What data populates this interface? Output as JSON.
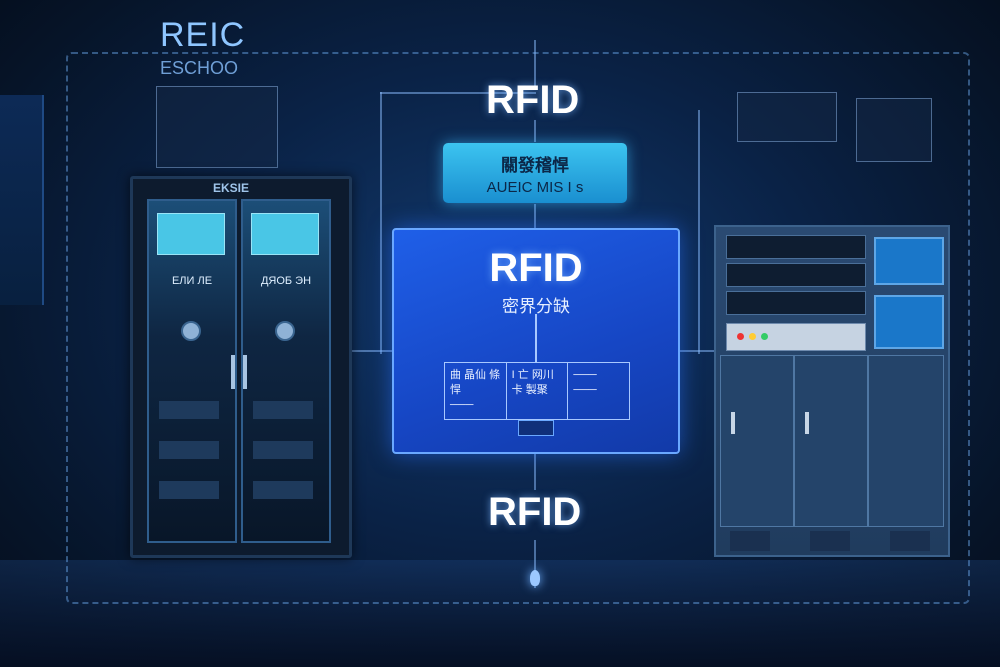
{
  "brand": {
    "title": "REIC",
    "subtitle": "ESCHOO"
  },
  "top_label": "RFID",
  "cyan_box": {
    "line1": "關發稽悍",
    "line2": "AUEIC MIS I s"
  },
  "panel": {
    "title": "RFID",
    "subtitle": "密界分缺",
    "table": [
      {
        "line1": "曲 晶仙 條悍",
        "line2": "───"
      },
      {
        "line1": "I 亡 网川 ",
        "line2": "卡 製聚"
      },
      {
        "line1": "───",
        "line2": "───"
      }
    ]
  },
  "bottom_label": "RFID",
  "left_cabinet": {
    "label": "EKSIE",
    "door_left_text": "ЕЛИ ЛЕ",
    "door_right_text": "ДЯОБ ЭН"
  },
  "colors": {
    "panel": "#1f5fe8",
    "cyan": "#3cc4f0",
    "accent": "#8fc6ff"
  }
}
